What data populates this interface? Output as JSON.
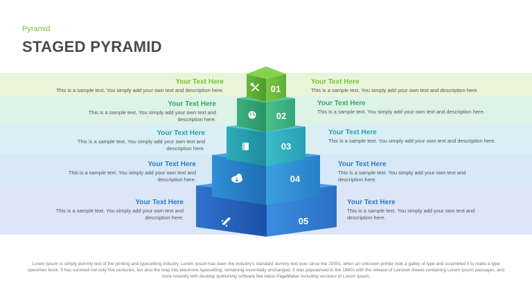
{
  "header": {
    "subtitle": "Pyramid",
    "title": "STAGED PYRAMID"
  },
  "levels": [
    {
      "number": "01",
      "icon": "tools-icon",
      "color": "#5aa82f",
      "left": {
        "heading": "Your Text Here",
        "text": "This is a sample text. You simply add your own text and description here."
      },
      "right": {
        "heading": "Your Text Here",
        "text": "This is a sample text. You simply add your own text and description here."
      }
    },
    {
      "number": "02",
      "icon": "globe-icon",
      "color": "#3aa46a",
      "left": {
        "heading": "Your Text Here",
        "text": "This is a sample text. You simply add your own text and description here."
      },
      "right": {
        "heading": "Your Text Here",
        "text": "This is a sample text. You simply add your own text and description here."
      }
    },
    {
      "number": "03",
      "icon": "book-icon",
      "color": "#27a0ac",
      "left": {
        "heading": "Your Text Here",
        "text": "This is a sample text. You simply add your own text and description here."
      },
      "right": {
        "heading": "Your Text Here",
        "text": "This is a sample text. You simply add your own text and description here."
      }
    },
    {
      "number": "04",
      "icon": "cloud-icon",
      "color": "#2481c4",
      "left": {
        "heading": "Your Text Here",
        "text": "This is a sample text. You simply add your own text and description here."
      },
      "right": {
        "heading": "Your Text Here",
        "text": "This is a sample text. You simply add your own text and description here."
      }
    },
    {
      "number": "05",
      "icon": "rocket-icon",
      "color": "#1f5fb8",
      "left": {
        "heading": "Your Text Here",
        "text": "This is a sample text. You simply add your own text and description here."
      },
      "right": {
        "heading": "Your Text Here",
        "text": "This is a sample text. You simply add your own text and description here."
      }
    }
  ],
  "footer": {
    "text": "Lorem Ipsum is simply dummy text of the printing and typesetting industry. Lorem Ipsum has been the industry's standard dummy text ever since the 1500s, when an unknown printer took a galley of type and scrambled it to make a type specimen book. It has survived not only five centuries, but also the leap into electronic typesetting, remaining essentially unchanged. It was popularised in the 1960s with the release of Letraset sheets containing Lorem Ipsum passages, and more recently with desktop publishing software like Aldus PageMaker including versions of Lorem Ipsum."
  },
  "colors": {
    "heading_green": "#7cbf3a",
    "heading_teal": "#2a9fb0",
    "heading_blue": "#2a7cc4"
  }
}
